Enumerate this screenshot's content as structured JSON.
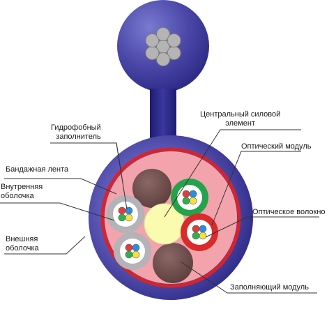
{
  "labels": {
    "central_element": {
      "line1": "Центральный силовой",
      "line2": "элемент"
    },
    "hydrophobic_filler": {
      "line1": "Гидрофобный",
      "line2": "заполнитель"
    },
    "optical_module": "Оптический модуль",
    "binder_tape": "Бандажная лента",
    "inner_sheath": {
      "line1": "Внутренняя",
      "line2": "оболочка"
    },
    "optical_fiber": "Оптическое волокно",
    "outer_sheath": {
      "line1": "Внешняя",
      "line2": "оболочка"
    },
    "filler_module": "Заполняющий модуль"
  },
  "colors": {
    "outer_sheath": "#3b3a9a",
    "messenger_neck": "#2c2a86",
    "inner_fill": "#f2a3ab",
    "binder_ring": "#d7232c",
    "central_element": "#fbfbb0",
    "filler_module": "#6b4c4a",
    "grey_tube": "#b3b3b8",
    "green_tube": "#23a34a",
    "red_tube": "#d92b2b",
    "wire_strand": "#b4b4b4",
    "leader_line": "#333333",
    "fiber_colors": [
      "#e23b3b",
      "#2a8de0",
      "#2fb04f",
      "#f4e13a"
    ]
  }
}
